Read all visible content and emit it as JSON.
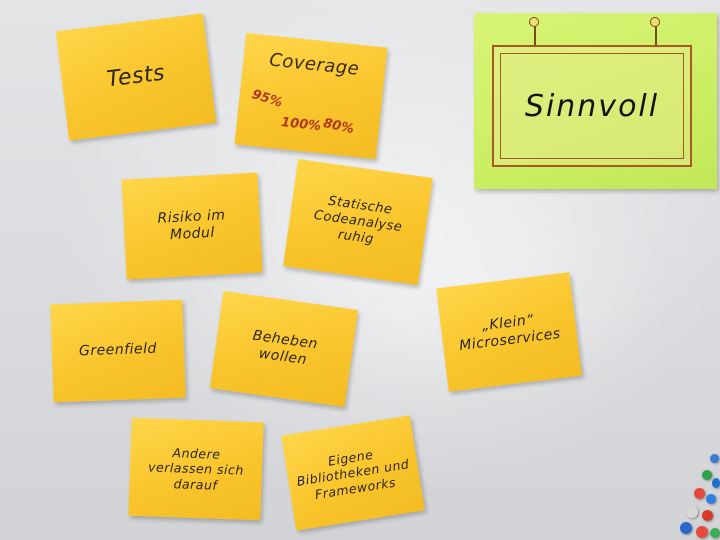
{
  "notes": {
    "tests": "Tests",
    "coverage": "Coverage",
    "coverage_values": [
      "95%",
      "100%",
      "80%"
    ],
    "sinnvoll": "Sinnvoll",
    "risiko": [
      "Risiko im",
      "Modul"
    ],
    "statische": [
      "Statische",
      "Codeanalyse",
      "ruhig"
    ],
    "greenfield": "Greenfield",
    "beheben": [
      "Beheben",
      "wollen"
    ],
    "klein": [
      "„Klein“",
      "Microservices"
    ],
    "andere": [
      "Andere",
      "verlassen sich",
      "darauf"
    ],
    "eigene": [
      "Eigene",
      "Bibliotheken und",
      "Frameworks"
    ]
  },
  "colors": {
    "note_yellow": "#f9c52c",
    "note_green": "#ccee62",
    "board": "#dcdde0",
    "sign_brown": "#a65a22"
  },
  "icons": {
    "nail": "nail-icon",
    "magnet": "magnet-icon"
  }
}
